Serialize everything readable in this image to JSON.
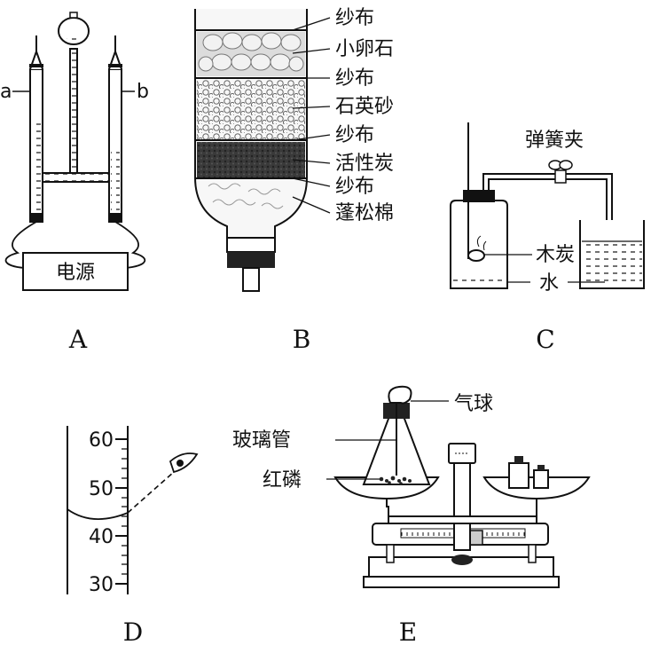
{
  "panels": {
    "A": {
      "label": "A",
      "electrode_a": "a",
      "electrode_b": "b",
      "power_label": "电源"
    },
    "B": {
      "label": "B",
      "layers": [
        "纱布",
        "小卵石",
        "纱布",
        "石英砂",
        "纱布",
        "活性炭",
        "纱布",
        "蓬松棉"
      ]
    },
    "C": {
      "label": "C",
      "clamp_label": "弹簧夹",
      "charcoal_label": "木炭",
      "water_label": "水"
    },
    "D": {
      "label": "D",
      "ticks": [
        "60",
        "50",
        "40",
        "30"
      ]
    },
    "E": {
      "label": "E",
      "balloon_label": "气球",
      "glass_tube_label": "玻璃管",
      "red_phosphorus_label": "红磷"
    }
  },
  "colors": {
    "line": "#111111",
    "stone_fill": "#dcdcdc",
    "charcoal_fill": "#3a3a3a"
  }
}
